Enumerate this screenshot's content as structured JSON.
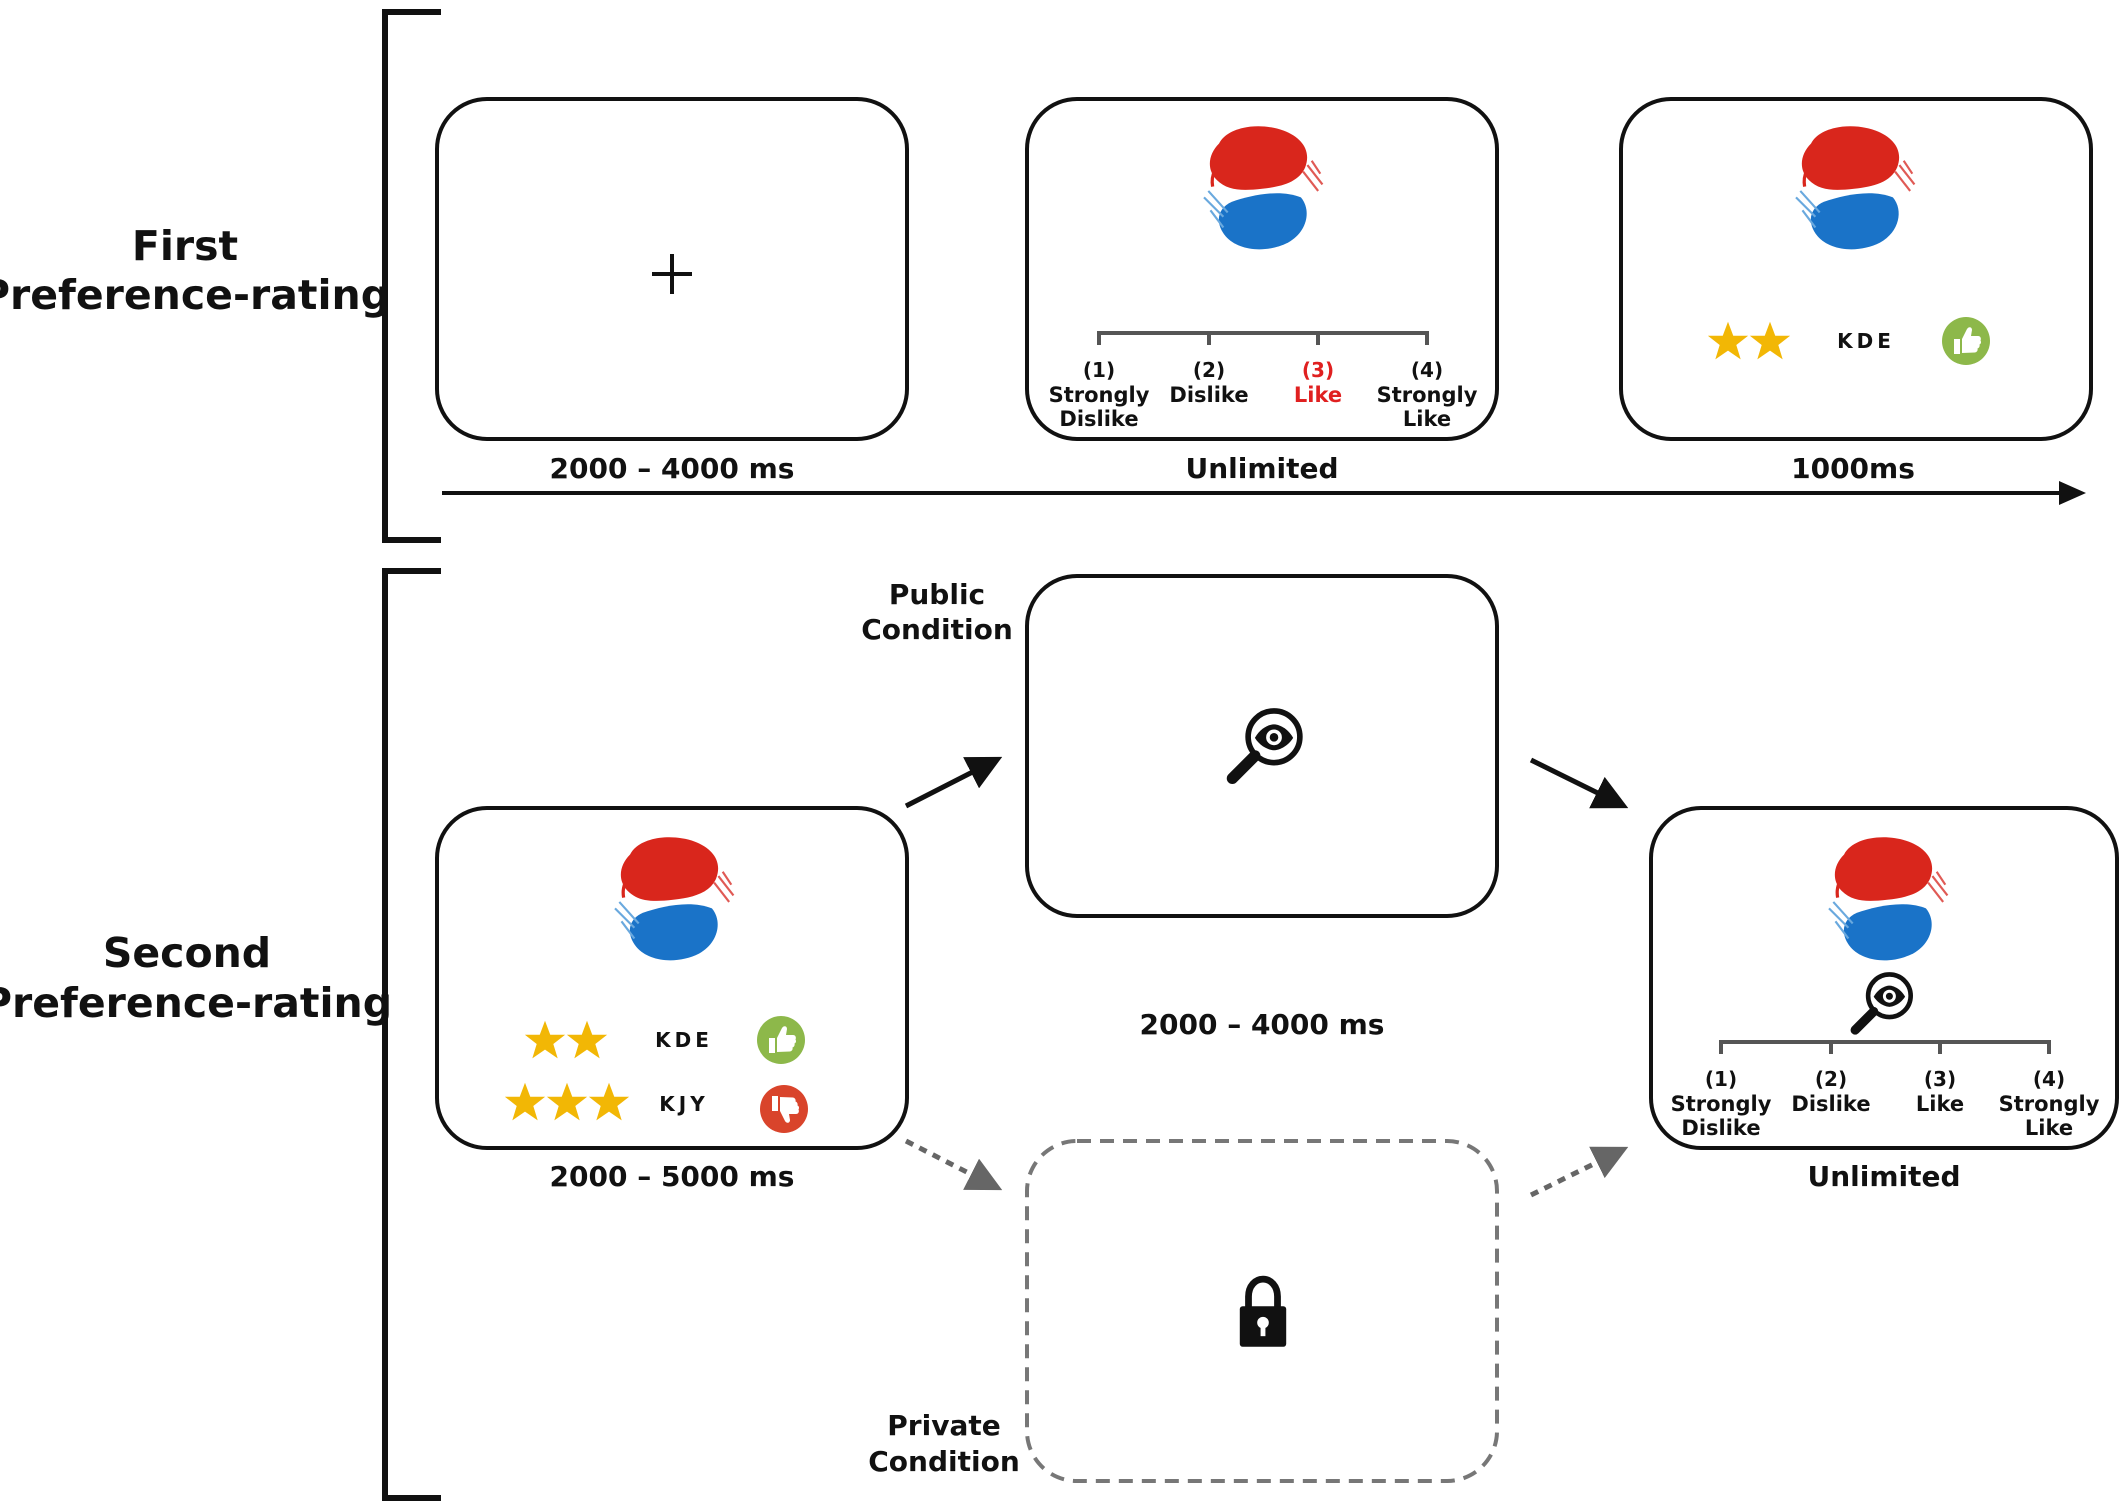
{
  "sections": {
    "first": {
      "line1": "First",
      "line2": "Preference-rating"
    },
    "second": {
      "line1": "Second",
      "line2": "Preference-rating"
    }
  },
  "durations": {
    "fixation": "2000 – 4000 ms",
    "rating": "Unlimited",
    "feedback": "1000ms",
    "group": "2000 – 5000 ms",
    "condition": "2000 – 4000 ms",
    "rerating": "Unlimited"
  },
  "conditions": {
    "public": {
      "line1": "Public",
      "line2": "Condition"
    },
    "private": {
      "line1": "Private",
      "line2": "Condition"
    }
  },
  "scale": {
    "numbers": [
      "(1)",
      "(2)",
      "(3)",
      "(4)"
    ],
    "labels": [
      {
        "line1": "Strongly",
        "line2": "Dislike"
      },
      {
        "line1": "Dislike",
        "line2": ""
      },
      {
        "line1": "Like",
        "line2": ""
      },
      {
        "line1": "Strongly",
        "line2": "Like"
      }
    ],
    "selected_index": 2
  },
  "fixation_symbol": "+",
  "feedback": {
    "initials": "KDE",
    "stars": 2,
    "icon": "thumbs-up-icon"
  },
  "group_ratings": [
    {
      "initials": "KDE",
      "stars": 2,
      "icon": "thumbs-up-icon"
    },
    {
      "initials": "KJY",
      "stars": 3,
      "icon": "thumbs-down-icon"
    }
  ],
  "icons": {
    "public": "magnifier-eye-icon",
    "private": "lock-icon",
    "stimulus": "taegeuk-logo"
  },
  "colors": {
    "selected_option": "#e02020",
    "star": "#f2b705",
    "thumbs_up": "#8db84a",
    "thumbs_down": "#d9442b",
    "logo_red": "#d9261c",
    "logo_blue": "#1a73c8",
    "dashed": "#777777"
  }
}
